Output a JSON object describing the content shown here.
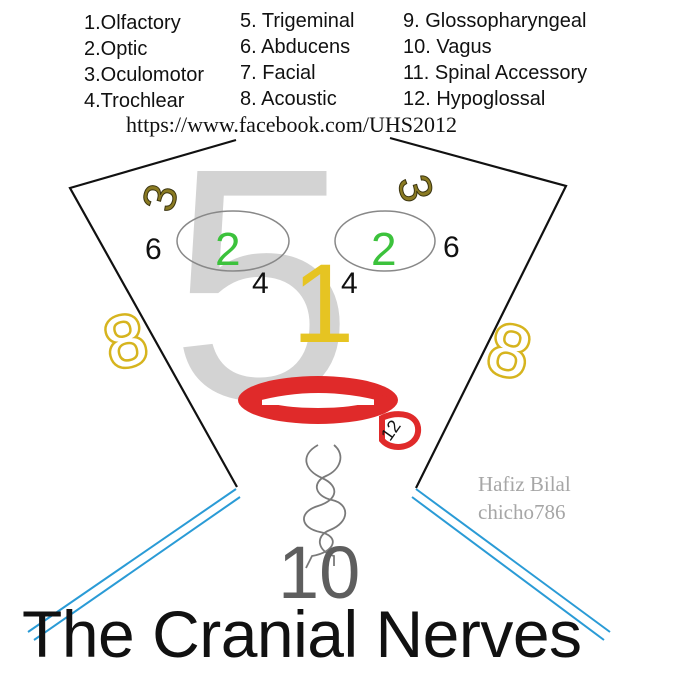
{
  "title": "The Cranial Nerves",
  "source_url": "https://www.facebook.com/UHS2012",
  "credit": [
    "Hafiz Bilal",
    "chicho786"
  ],
  "legend": {
    "column_1": [
      "1.Olfactory",
      "2.Optic",
      "3.Oculomotor",
      "4.Trochlear"
    ],
    "column_2": [
      "5. Trigeminal",
      "6. Abducens",
      "7. Facial",
      "8. Acoustic"
    ],
    "column_3": [
      "9. Glossopharyngeal",
      "10. Vagus",
      "11. Spinal Accessory",
      "12. Hypoglossal"
    ]
  },
  "face_numerals": {
    "trigeminal": "5",
    "oculomotor_left": "3",
    "oculomotor_right": "3",
    "optic_left": "2",
    "optic_right": "2",
    "abducens_left": "6",
    "abducens_right": "6",
    "trochlear_left": "4",
    "trochlear_right": "4",
    "olfactory": "1",
    "acoustic_left": "8",
    "acoustic_right": "8",
    "glossopharyngeal": "9",
    "hypoglossal": "12",
    "vagus": "10"
  },
  "colors": {
    "trigeminal": "#d3d3d3",
    "oculomotor": "#8a7a22",
    "optic": "#3cc23c",
    "olfactory": "#e6c422",
    "acoustic": "#e6c422",
    "glossopharyngeal": "#e02a2a",
    "outline": "#111111",
    "neck_lines": "#2a9bd6"
  }
}
